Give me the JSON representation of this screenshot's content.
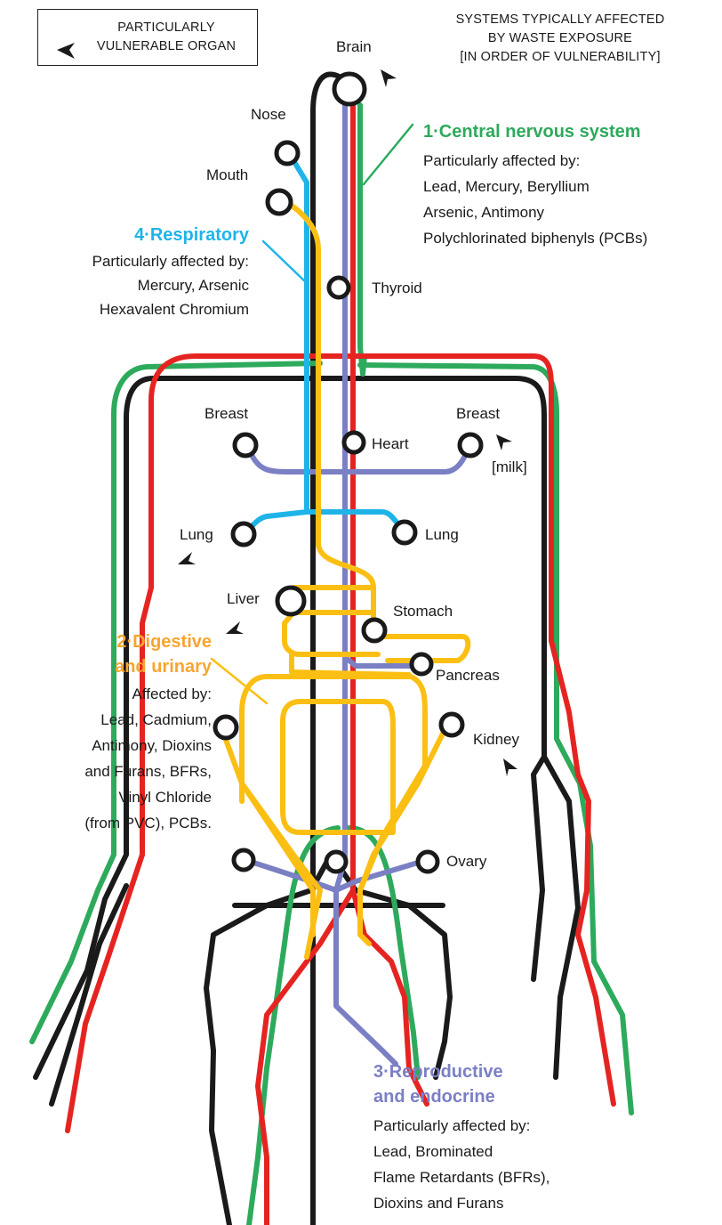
{
  "legend": {
    "line1": "PARTICULARLY",
    "line2": "VULNERABLE ORGAN",
    "icon": "arrowhead-icon"
  },
  "header": {
    "line1": "SYSTEMS TYPICALLY AFFECTED",
    "line2": "BY WASTE EXPOSURE",
    "line3": "[IN ORDER OF VULNERABILITY]"
  },
  "organs": {
    "brain": "Brain",
    "nose": "Nose",
    "mouth": "Mouth",
    "thyroid": "Thyroid",
    "breast_left": "Breast",
    "breast_right": "Breast",
    "milk": "[milk]",
    "heart": "Heart",
    "lung_left": "Lung",
    "lung_right": "Lung",
    "liver": "Liver",
    "stomach": "Stomach",
    "pancreas": "Pancreas",
    "kidney": "Kidney",
    "ovary": "Ovary"
  },
  "systems": [
    {
      "id": "cns",
      "title": "1·Central nervous system",
      "color": "#2daa5c",
      "lines": [
        "Particularly affected by:",
        "Lead, Mercury, Beryllium",
        "Arsenic, Antimony",
        "Polychlorinated biphenyls (PCBs)"
      ]
    },
    {
      "id": "digestive",
      "title_1": "2·Digestive",
      "title_2": "and urinary",
      "color": "#f7a531",
      "lines": [
        "Affected by:",
        "Lead, Cadmium,",
        "Antimony, Dioxins",
        "and Furans, BFRs,",
        "Vinyl Chloride",
        "(from PVC), PCBs."
      ]
    },
    {
      "id": "reproductive",
      "title_1": "3·Reproductive",
      "title_2": "and endocrine",
      "color": "#7b7fc4",
      "lines": [
        "Particularly affected by:",
        "Lead, Brominated",
        "Flame Retardants (BFRs),",
        "Dioxins and Furans"
      ]
    },
    {
      "id": "respiratory",
      "title": "4·Respiratory",
      "color": "#1fb4e8",
      "lines": [
        "Particularly affected by:",
        "Mercury, Arsenic",
        "Hexavalent Chromium"
      ]
    }
  ],
  "colors": {
    "green": "#2daa5c",
    "red": "#e52421",
    "black": "#1a1a1a",
    "purple": "#7b7fc4",
    "cyan": "#1fb4e8",
    "yellow": "#fbbf14"
  }
}
